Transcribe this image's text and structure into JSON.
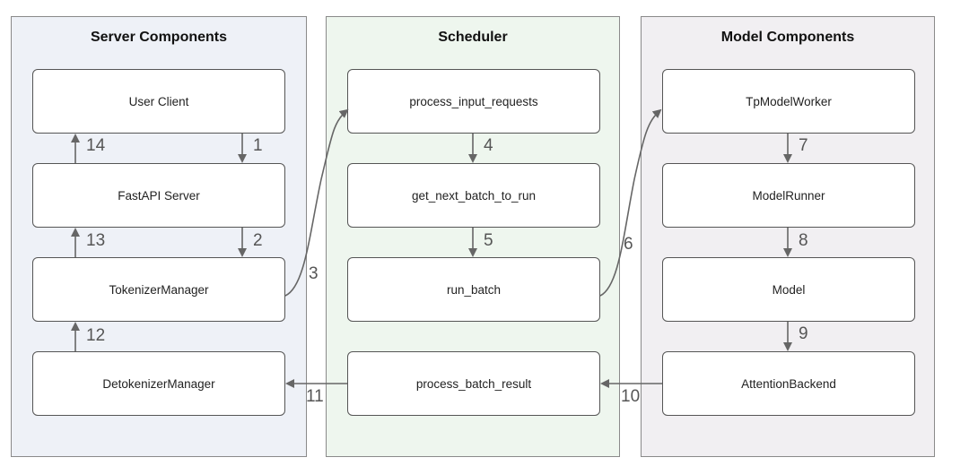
{
  "columns": [
    {
      "title": "Server Components",
      "nodes": [
        "User Client",
        "FastAPI Server",
        "TokenizerManager",
        "DetokenizerManager"
      ],
      "bg": "#eef1f7"
    },
    {
      "title": "Scheduler",
      "nodes": [
        "process_input_requests",
        "get_next_batch_to_run",
        "run_batch",
        "process_batch_result"
      ],
      "bg": "#eef6ee"
    },
    {
      "title": "Model Components",
      "nodes": [
        "TpModelWorker",
        "ModelRunner",
        "Model",
        "AttentionBackend"
      ],
      "bg": "#f1eff2"
    }
  ],
  "edges": [
    {
      "label": "1",
      "from": "User Client",
      "to": "FastAPI Server"
    },
    {
      "label": "2",
      "from": "FastAPI Server",
      "to": "TokenizerManager"
    },
    {
      "label": "3",
      "from": "TokenizerManager",
      "to": "process_input_requests"
    },
    {
      "label": "4",
      "from": "process_input_requests",
      "to": "get_next_batch_to_run"
    },
    {
      "label": "5",
      "from": "get_next_batch_to_run",
      "to": "run_batch"
    },
    {
      "label": "6",
      "from": "run_batch",
      "to": "TpModelWorker"
    },
    {
      "label": "7",
      "from": "TpModelWorker",
      "to": "ModelRunner"
    },
    {
      "label": "8",
      "from": "ModelRunner",
      "to": "Model"
    },
    {
      "label": "9",
      "from": "Model",
      "to": "AttentionBackend"
    },
    {
      "label": "10",
      "from": "AttentionBackend",
      "to": "process_batch_result"
    },
    {
      "label": "11",
      "from": "process_batch_result",
      "to": "DetokenizerManager"
    },
    {
      "label": "12",
      "from": "DetokenizerManager",
      "to": "TokenizerManager"
    },
    {
      "label": "13",
      "from": "TokenizerManager",
      "to": "FastAPI Server"
    },
    {
      "label": "14",
      "from": "FastAPI Server",
      "to": "User Client"
    }
  ],
  "colors": {
    "edge": "#666666",
    "border": "#555555"
  }
}
